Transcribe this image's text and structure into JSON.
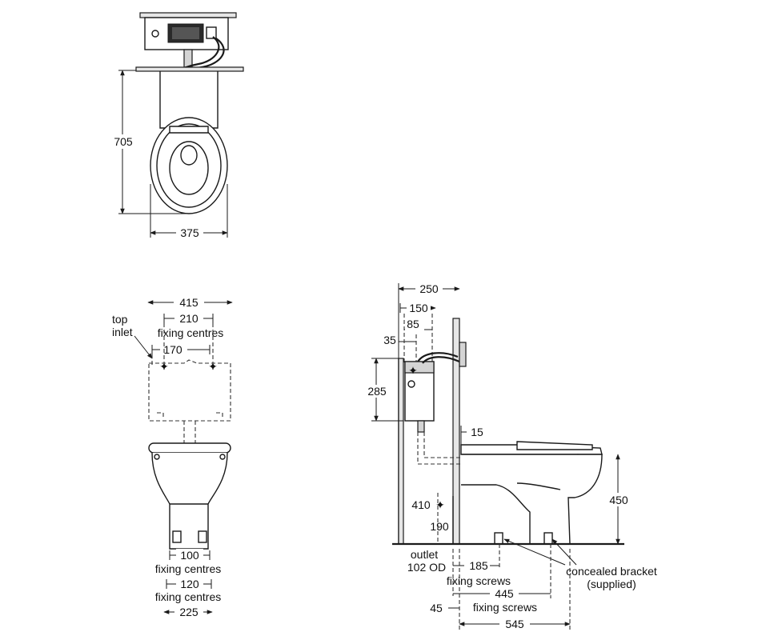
{
  "top_view": {
    "depth": "705",
    "width": "375"
  },
  "front_view": {
    "overall_width": "415",
    "inlet_fixing_centres_value": "210",
    "fixing_centres_label": "fixing centres",
    "inner_centres": "170",
    "top_inlet_line1": "top",
    "top_inlet_line2": "inlet",
    "bottom_centres_1": "100",
    "bottom_centres_2": "120",
    "base_width": "225"
  },
  "side_view": {
    "cistern_depth": "250",
    "cistern_centre": "150",
    "inlet_offset": "85",
    "inlet_edge": "35",
    "cistern_height": "285",
    "gap": "15",
    "seat_height": "450",
    "outlet_height": "410",
    "outlet_centre": "190",
    "outlet_label": "outlet",
    "outlet_od": "102 OD",
    "screw_offset": "185",
    "fixing_screws_label": "fixing screws",
    "screw_centres": "445",
    "wall_offset": "45",
    "overall_projection": "545",
    "bracket_label_line1": "concealed bracket",
    "bracket_label_line2": "(supplied)"
  }
}
